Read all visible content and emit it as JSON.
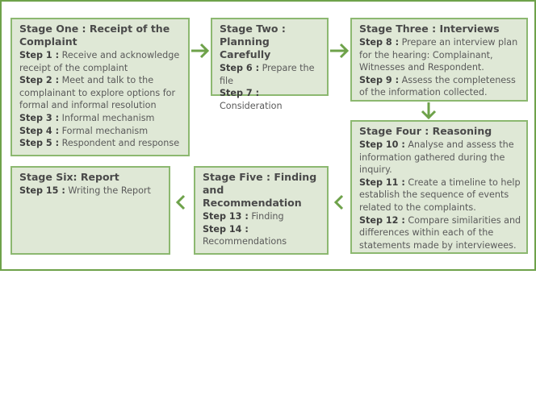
{
  "stages": [
    {
      "title": "Stage One : Receipt of the Complaint",
      "steps": [
        {
          "label": "Step 1 :",
          "text": "Receive and acknowledge receipt of the complaint"
        },
        {
          "label": "Step 2 :",
          "text": "Meet and talk to the complainant to explore options for formal and informal resolution"
        },
        {
          "label": "Step 3 :",
          "text": "Informal mechanism"
        },
        {
          "label": "Step 4 :",
          "text": "Formal mechanism"
        },
        {
          "label": "Step 5 :",
          "text": "Respondent and response"
        }
      ]
    },
    {
      "title": "Stage Two : Planning Carefully",
      "steps": [
        {
          "label": "Step 6 :",
          "text": "Prepare the file"
        },
        {
          "label": "Step 7 :",
          "text": "Consideration"
        }
      ]
    },
    {
      "title": "Stage Three : Interviews",
      "steps": [
        {
          "label": "Step 8 :",
          "text": "Prepare an interview plan for the hearing: Complainant, Witnesses and Respondent."
        },
        {
          "label": "Step 9 :",
          "text": "Assess the completeness of the information collected."
        }
      ]
    },
    {
      "title": "Stage Four : Reasoning",
      "steps": [
        {
          "label": "Step 10 :",
          "text": "Analyse and assess the information gathered during the inquiry."
        },
        {
          "label": "Step 11 :",
          "text": "Create a timeline to help establish the sequence of events related to the complaints."
        },
        {
          "label": "Step 12 :",
          "text": "Compare similarities and differences within each of the statements made by interviewees."
        }
      ]
    },
    {
      "title": "Stage Five : Finding and Recommendation",
      "steps": [
        {
          "label": "Step 13 :",
          "text": "Finding"
        },
        {
          "label": "Step 14 :",
          "text": "Recommendations"
        }
      ]
    },
    {
      "title": "Stage Six: Report",
      "steps": [
        {
          "label": "Step 15 :",
          "text": "Writing the Report"
        }
      ]
    }
  ],
  "colors": {
    "box_fill": "#dfe8d6",
    "box_border": "#8cb870",
    "arrow": "#6ea24a",
    "frame": "#6ea24a"
  }
}
